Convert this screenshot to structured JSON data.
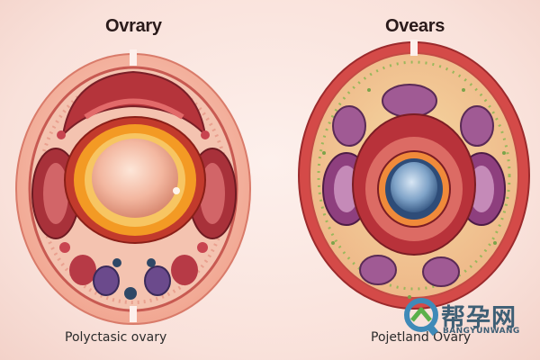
{
  "left_panel": {
    "title": "Ovrary",
    "caption": "Polyctasic ovary"
  },
  "right_panel": {
    "title": "Ovears",
    "caption": "Pojetland Ovary"
  },
  "watermark": {
    "name": "帮孕网",
    "subtitle": "BANGYUNWANG"
  },
  "colors": {
    "outer_skin": "#f5b8a6",
    "ring_red": "#d95a56",
    "yolk_orange": "#f39a24",
    "cyst_purple": "#a05a94",
    "center_blue": "#8fb4d8"
  }
}
